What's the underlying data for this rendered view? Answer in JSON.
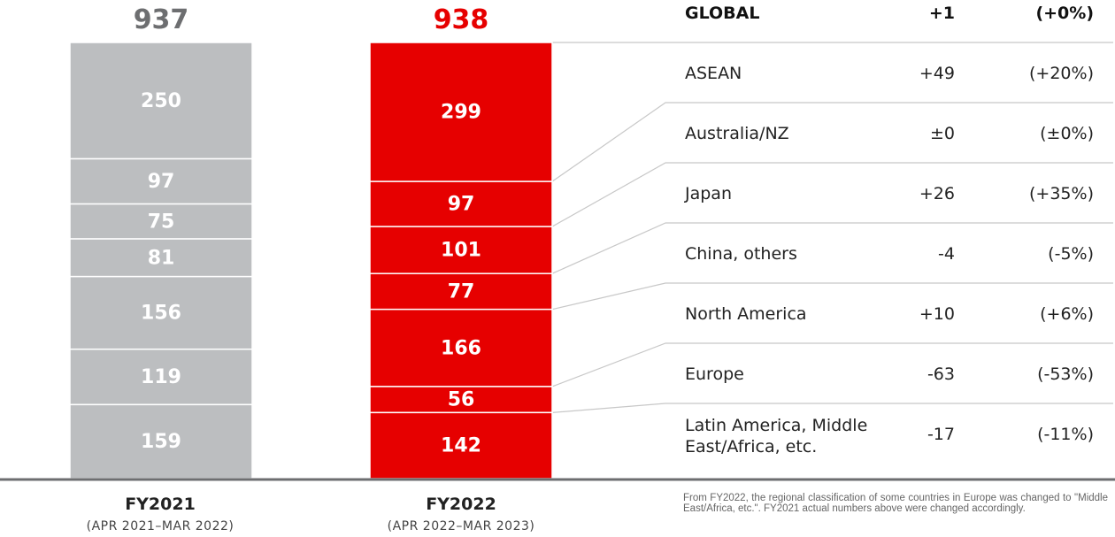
{
  "chart_data": {
    "type": "bar",
    "stacked": true,
    "categories": [
      "FY2021",
      "FY2022"
    ],
    "category_subtitles": [
      "(APR 2021–MAR 2022)",
      "(APR 2022–MAR 2023)"
    ],
    "totals": [
      "937",
      "938"
    ],
    "series": [
      {
        "name": "ASEAN",
        "values": [
          250,
          299
        ]
      },
      {
        "name": "Australia/NZ",
        "values": [
          97,
          97
        ]
      },
      {
        "name": "Japan",
        "values": [
          75,
          101
        ]
      },
      {
        "name": "China, others",
        "values": [
          81,
          77
        ]
      },
      {
        "name": "North America",
        "values": [
          156,
          166
        ]
      },
      {
        "name": "Europe",
        "values": [
          119,
          56
        ]
      },
      {
        "name": "Latin America, Middle East/Africa, etc.",
        "values": [
          159,
          142
        ]
      }
    ],
    "bar_colors": [
      "#bcbec0",
      "#e60000"
    ],
    "total_colors": [
      "#6d6e70",
      "#e60000"
    ]
  },
  "table": {
    "header": {
      "region": "GLOBAL",
      "change": "+1",
      "pct": "(+0%)"
    },
    "rows": [
      {
        "region": "ASEAN",
        "change": "+49",
        "pct": "(+20%)"
      },
      {
        "region": "Australia/NZ",
        "change": "±0",
        "pct": "(±0%)"
      },
      {
        "region": "Japan",
        "change": "+26",
        "pct": "(+35%)"
      },
      {
        "region": "China, others",
        "change": "-4",
        "pct": "(-5%)"
      },
      {
        "region": "North America",
        "change": "+10",
        "pct": "(+6%)"
      },
      {
        "region": "Europe",
        "change": "-63",
        "pct": "(-53%)"
      },
      {
        "region": [
          "Latin America, Middle",
          "East/Africa, etc."
        ],
        "change": "-17",
        "pct": "(-11%)"
      }
    ]
  },
  "note": "From FY2022, the regional classification of some countries in Europe was changed to \"Middle East/Africa, etc.\". FY2021 actual numbers above were changed accordingly."
}
